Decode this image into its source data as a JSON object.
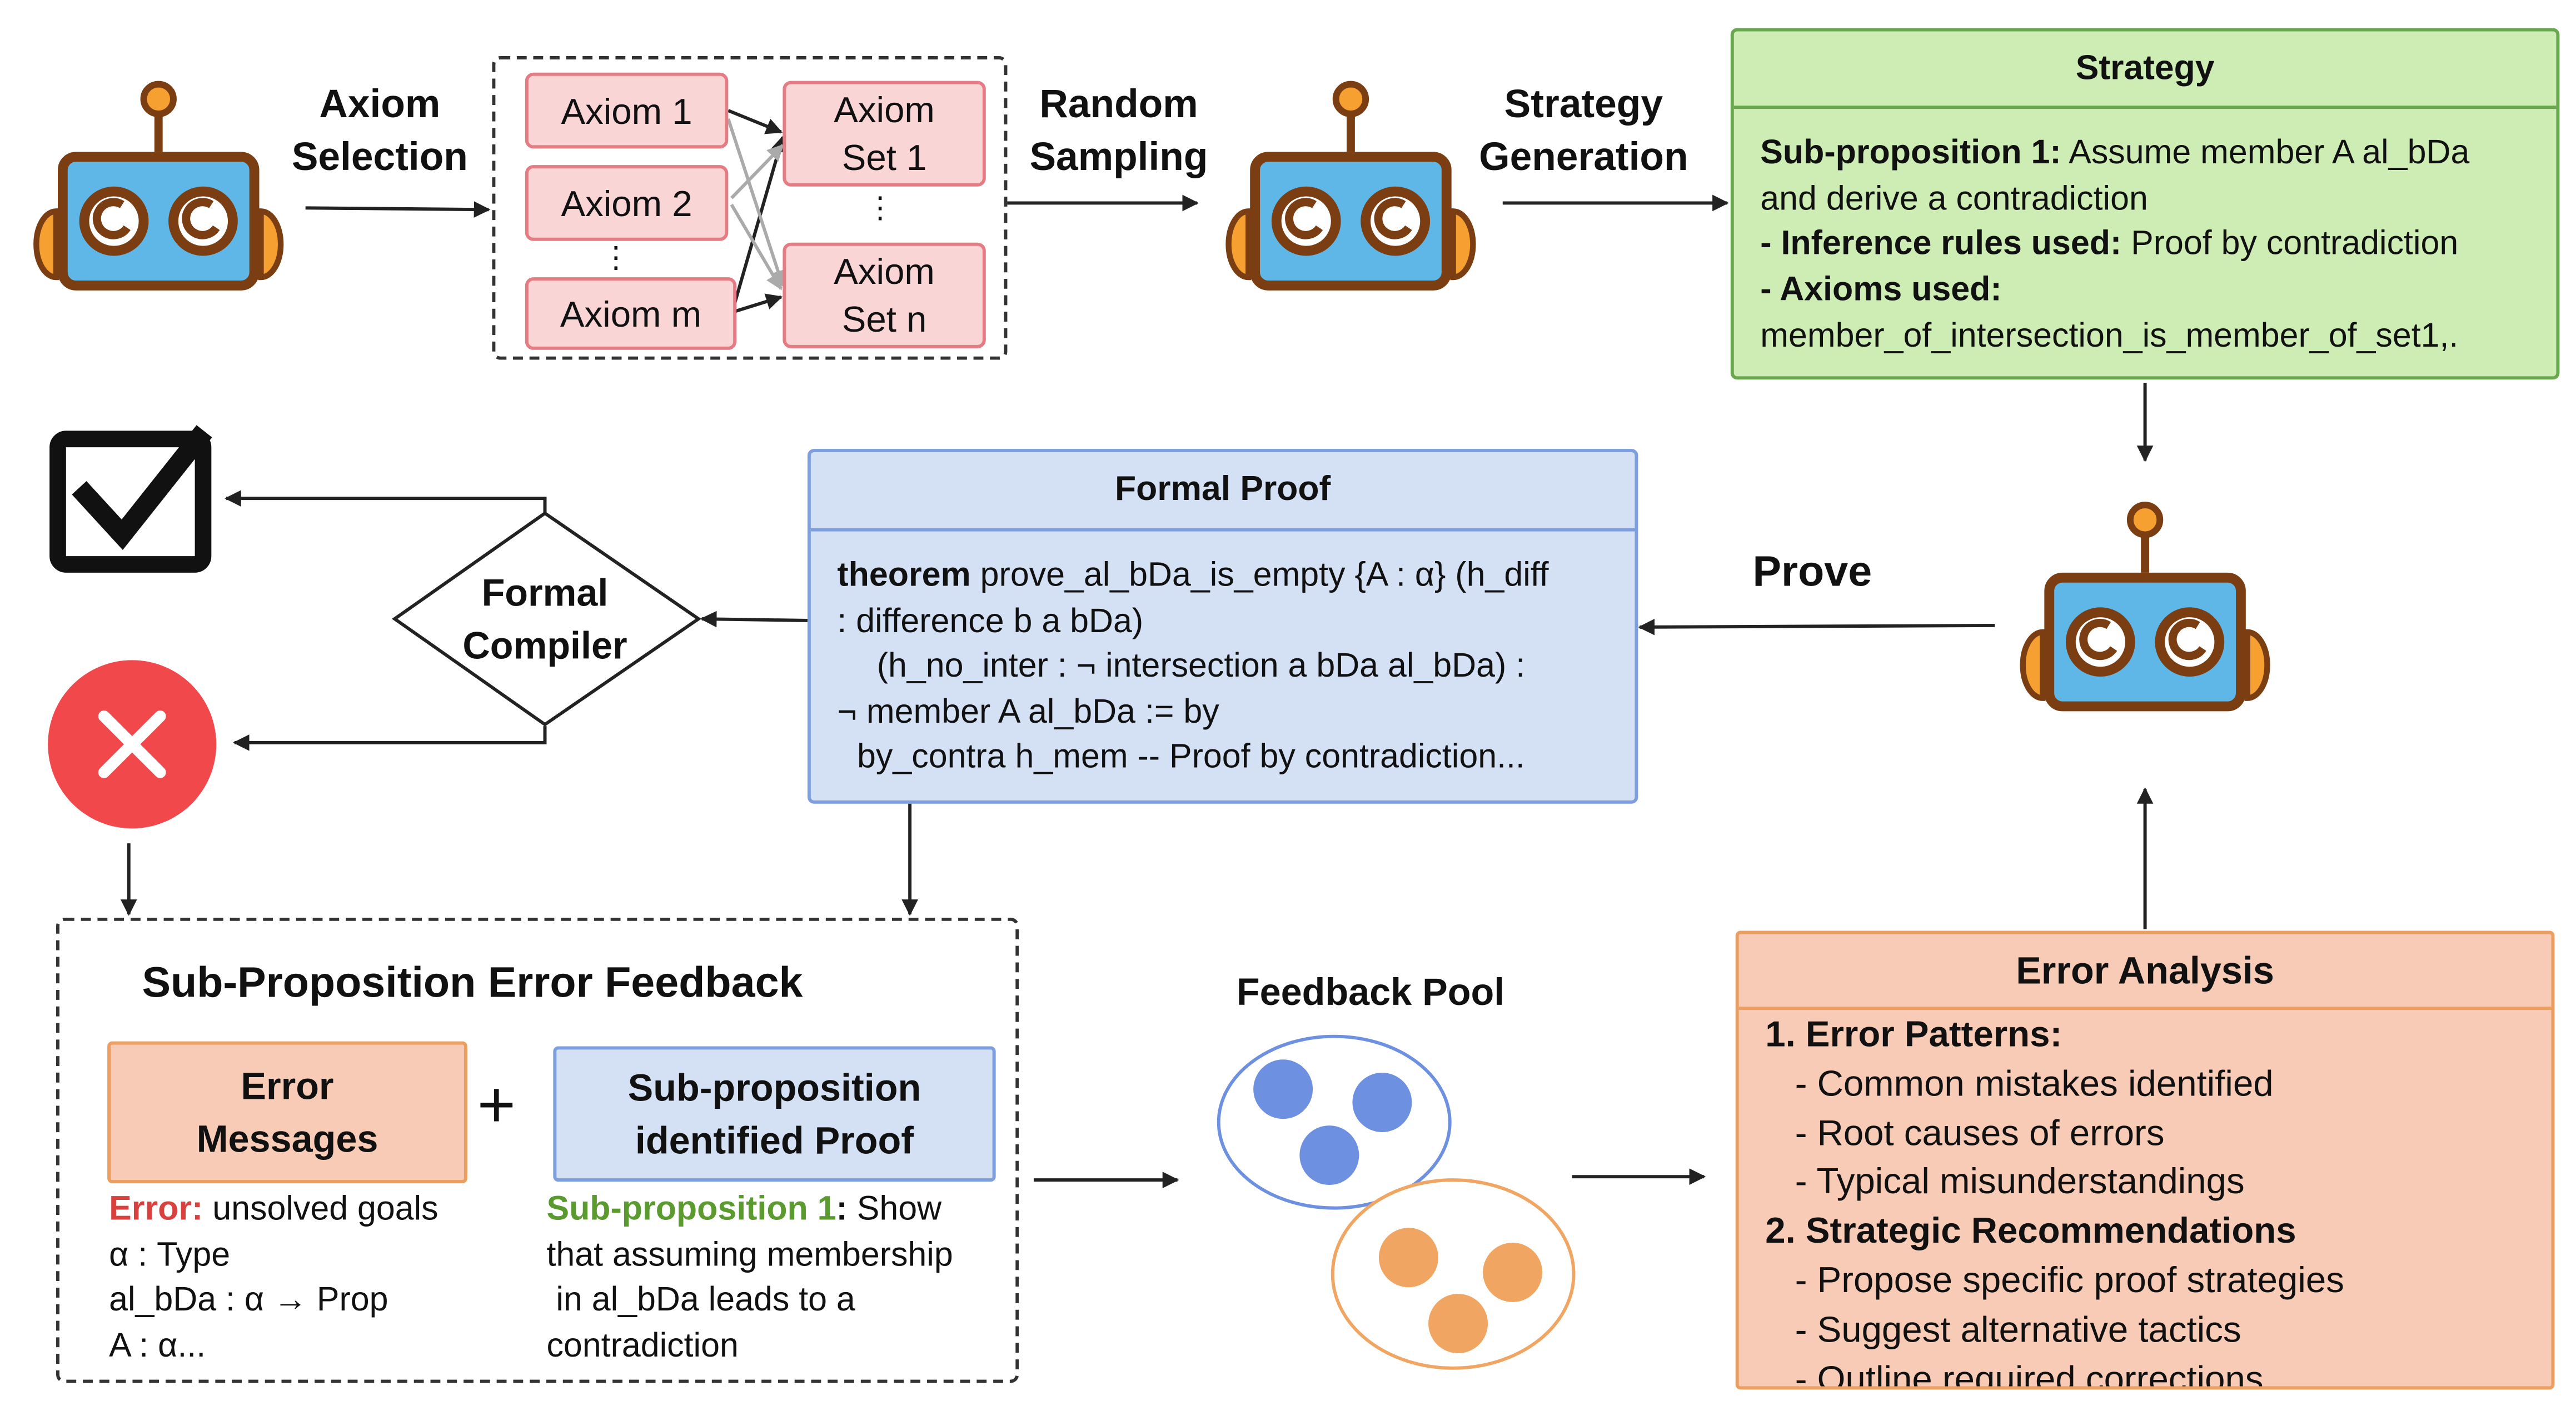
{
  "axiom_selection": {
    "label_line1": "Axiom",
    "label_line2": "Selection"
  },
  "axioms": {
    "left": [
      "Axiom 1",
      "Axiom 2",
      "⋮",
      "Axiom m"
    ],
    "set1_line1": "Axiom",
    "set1_line2": "Set 1",
    "vdots": "⋮",
    "setn_line1": "Axiom",
    "setn_line2": "Set n"
  },
  "random_sampling": {
    "line1": "Random",
    "line2": "Sampling"
  },
  "strategy_generation": {
    "line1": "Strategy",
    "line2": "Generation"
  },
  "strategy": {
    "title": "Strategy",
    "sub_label": "Sub-proposition 1:",
    "sub_text": " Assume member A al_bDa",
    "line2": "and derive a contradiction",
    "rules_label": "- Inference rules used:",
    "rules_text": " Proof by contradiction",
    "axioms_label": "- Axioms used:",
    "axioms_text": "member_of_intersection_is_member_of_set1,."
  },
  "formal_proof": {
    "title": "Formal Proof",
    "kw": "theorem",
    "l1": " prove_al_bDa_is_empty {A : α} (h_diff",
    "l2": ": difference b a bDa)",
    "l3": "(h_no_inter : ¬ intersection a bDa al_bDa) :",
    "l4": "¬ member A al_bDa := by",
    "l5": "by_contra h_mem -- Proof by contradiction..."
  },
  "prove_label": "Prove",
  "compiler": {
    "line1": "Formal",
    "line2": "Compiler"
  },
  "feedback": {
    "title": "Sub-Proposition Error Feedback",
    "err_box_line1": "Error",
    "err_box_line2": "Messages",
    "plus": "+",
    "sub_box_line1": "Sub-proposition",
    "sub_box_line2": "identified Proof",
    "err_label": "Error:",
    "err_text": " unsolved goals",
    "err_lines": [
      "α : Type",
      "al_bDa : α → Prop",
      "A : α..."
    ],
    "sub_label": "Sub-proposition 1",
    "sub_colon": ":",
    "sub_text": " Show",
    "sub_lines": [
      "that assuming membership",
      " in al_bDa leads to a",
      "contradiction"
    ]
  },
  "feedback_pool": "Feedback Pool",
  "error_analysis": {
    "title": "Error Analysis",
    "h1": "1. Error Patterns:",
    "items1": [
      "- Common mistakes identified",
      "- Root causes of errors",
      "- Typical misunderstandings"
    ],
    "h2": "2. Strategic Recommendations",
    "items2": [
      "- Propose specific proof strategies",
      "- Suggest alternative tactics",
      "- Outline required corrections"
    ]
  },
  "colors": {
    "pink_fill": "#f9d5d6",
    "pink_border": "#e57c83",
    "green_fill": "#cdedb4",
    "green_border": "#6aa84f",
    "blue_fill": "#d4e1f5",
    "blue_border": "#7e9fde",
    "salmon_fill": "#f8cbb6",
    "salmon_border": "#ec9d60",
    "robot_brown": "#7a3e12",
    "robot_blue": "#5fb7e8",
    "robot_orange": "#f6a032",
    "pool_blue": "#6d91e0",
    "pool_orange": "#f0a662",
    "cross_red": "#f1484b"
  }
}
